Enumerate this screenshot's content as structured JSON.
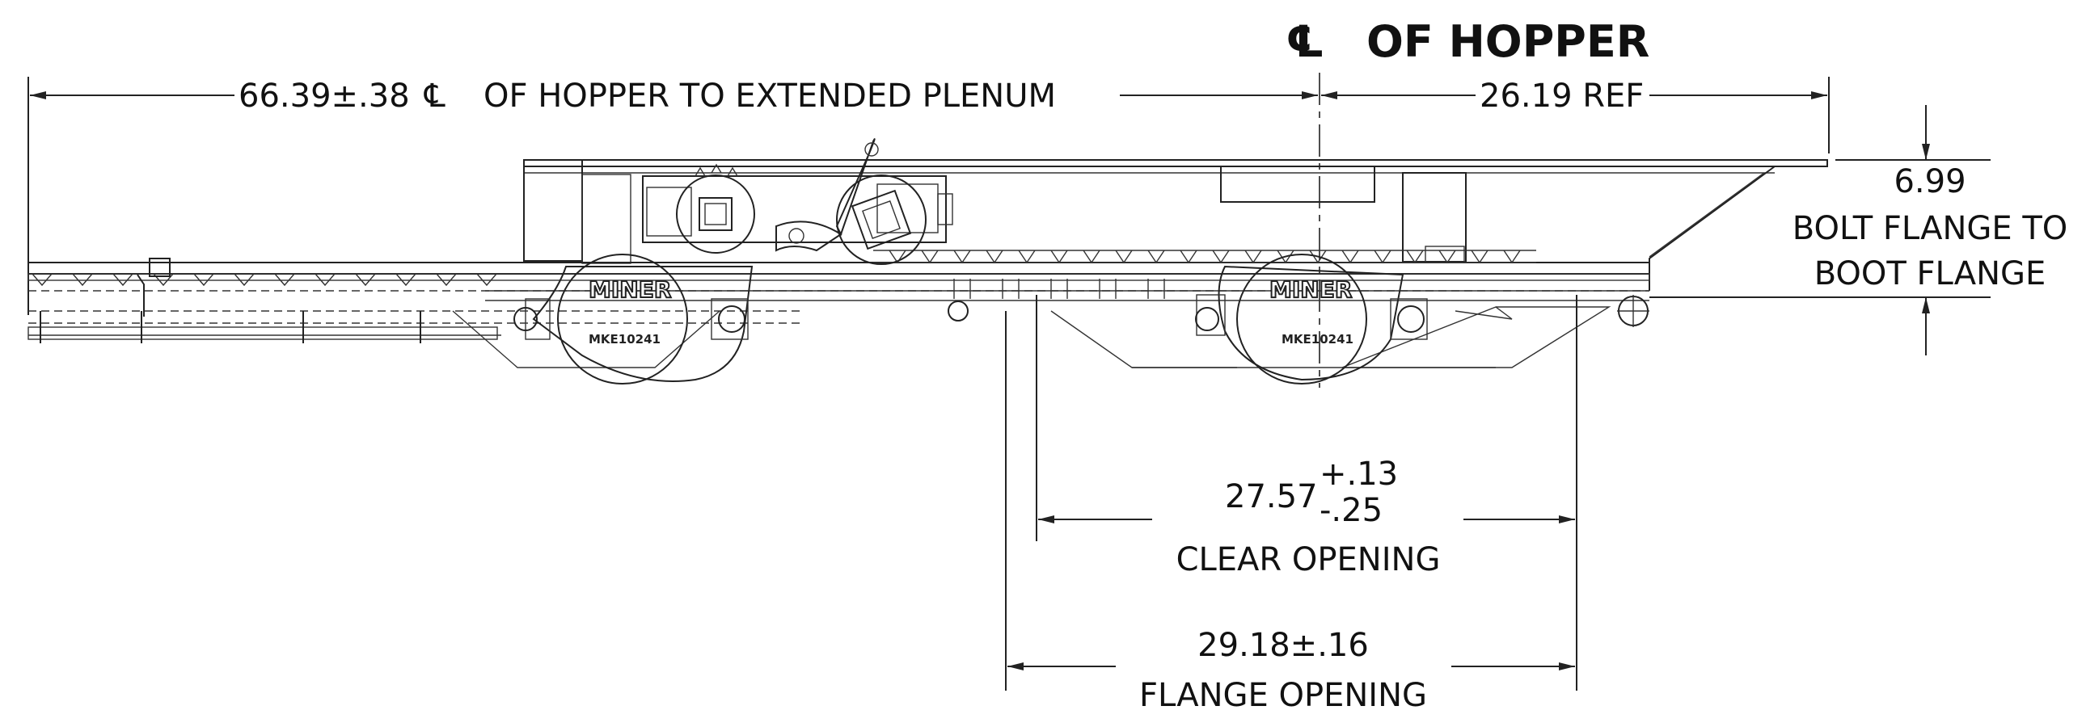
{
  "centerline": {
    "symbol": "℄",
    "label": "OF HOPPER"
  },
  "dimensions": {
    "overall": {
      "value": "66.39±.38",
      "symbol": "℄",
      "text": "OF HOPPER TO EXTENDED PLENUM"
    },
    "reference": {
      "value": "26.19 REF"
    },
    "bolt_flange": {
      "value": "6.99",
      "line1": "BOLT FLANGE TO",
      "line2": "BOOT FLANGE"
    },
    "clear_opening": {
      "base": "27.57",
      "tol_plus": "+.13",
      "tol_minus": "-.25",
      "label": "CLEAR OPENING"
    },
    "flange_opening": {
      "value": "29.18±.16",
      "label": "FLANGE OPENING"
    }
  },
  "parts": {
    "gear_stamp_left": "MKE10241",
    "gear_stamp_right": "MKE10241",
    "logo_left": "MINER",
    "logo_right": "MINER"
  }
}
